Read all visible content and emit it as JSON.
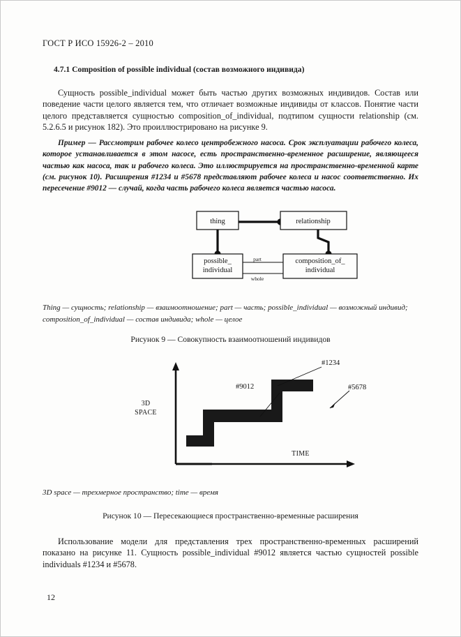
{
  "document": {
    "running_head": "ГОСТ Р ИСО 15926-2 – 2010",
    "page_number": "12"
  },
  "clause": {
    "number_and_title": "4.7.1 Composition of possible individual (состав возможного индивида)"
  },
  "body": {
    "para1": "Сущность possible_individual может быть частью других возможных индивидов. Состав или поведение части целого является тем, что отличает возможные индивиды от классов. Понятие части целого представляется сущностью composition_of_individual, подтипом сущности relationship (см. 5.2.6.5 и рисунок 182). Это проиллюстрировано на рисунке 9.",
    "example": "Пример — Рассмотрим рабочее колесо центробежного насоса. Срок эксплуатации рабочего колеса, которое устанавливается в этом насосе, есть пространственно-временное расширение, являющееся частью как насоса, так и рабочего колеса. Это иллюстрируется на пространственно-временной карте (см. рисунок 10). Расширения #1234 и #5678 представляют рабочее колеса и насос соответственно. Их пересечение #9012 — случай, когда часть рабочего колеса является частью насоса.",
    "para2": "Использование модели для представления трех пространственно-временных расширений показано на рисунке 11. Сущность possible_individual #9012 является частью сущностей possible individuals #1234 и #5678."
  },
  "figure9": {
    "caption": "Рисунок 9 — Совокупность взаимоотношений индивидов",
    "legend_line1": "Thing — сущность; relationship — взаимоотношение; part — часть; possible_individual — возможный индивид;",
    "legend_line2": "composition_of_individual — состав индивида; whole — целое",
    "nodes": {
      "thing": "thing",
      "relationship": "relationship",
      "possible_individual_line1": "possible_",
      "possible_individual_line2": "individual",
      "composition_line1": "composition_of_",
      "composition_line2": "individual"
    },
    "edge_labels": {
      "part": "part",
      "whole": "whole"
    }
  },
  "figure10": {
    "caption": "Рисунок 10 — Пересекающиеся пространственно-временные расширения",
    "legend": "3D space — трехмерное пространство; time — время",
    "axis_y_line1": "3D",
    "axis_y_line2": "SPACE",
    "axis_x": "TIME",
    "callouts": {
      "tag_1234": "#1234",
      "tag_9012": "#9012",
      "tag_5678": "#5678"
    }
  },
  "chart_data": {
    "type": "area",
    "title": "Пересекающиеся пространственно-временные расширения",
    "xlabel": "TIME",
    "ylabel": "3D SPACE",
    "grid": false,
    "legend": "none",
    "annotations": [
      {
        "label": "#1234",
        "target": "upper-right step (pump impeller life extension)"
      },
      {
        "label": "#9012",
        "target": "middle overlapping step (intersection)"
      },
      {
        "label": "#5678",
        "target": "extension representing the pump"
      }
    ],
    "series": [
      {
        "name": "space-time staircase",
        "steps": [
          {
            "x_start": 0.1,
            "x_end": 0.28,
            "y_low": 0.1,
            "y_high": 0.23
          },
          {
            "x_start": 0.28,
            "x_end": 0.68,
            "y_low": 0.38,
            "y_high": 0.56
          },
          {
            "x_start": 0.68,
            "x_end": 0.88,
            "y_low": 0.7,
            "y_high": 0.84
          }
        ]
      }
    ],
    "xlim": [
      0,
      1
    ],
    "ylim": [
      0,
      1
    ]
  }
}
